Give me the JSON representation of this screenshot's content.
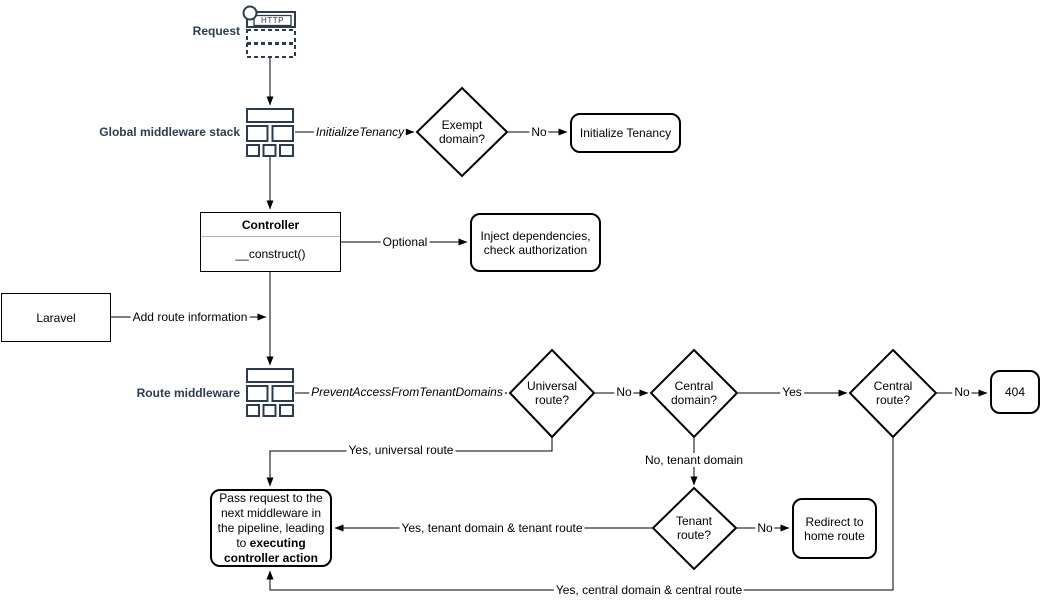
{
  "colors": {
    "label_accent": "#2d3b51",
    "shape_stroke": "#000000",
    "background": "#ffffff"
  },
  "lanes": {
    "request": "Request",
    "global_middleware": "Global middleware stack",
    "route_middleware": "Route middleware"
  },
  "request_icon": {
    "http": "HTTP"
  },
  "nodes": {
    "exempt_domain": "Exempt\ndomain?",
    "initialize_tenancy": "Initialize Tenancy",
    "controller_title": "Controller",
    "controller_method": "__construct()",
    "inject_dependencies": "Inject dependencies,\ncheck authorization",
    "laravel": "Laravel",
    "universal_route": "Universal\nroute?",
    "central_domain": "Central\ndomain?",
    "central_route": "Central\nroute?",
    "not_found": "404",
    "tenant_route": "Tenant\nroute?",
    "redirect_home": "Redirect to\nhome route",
    "pass_request": {
      "before": "Pass request to the next middleware in the pipeline, leading to ",
      "bold": "executing controller action"
    }
  },
  "edges": {
    "initialize_tenancy_middleware": "InitializeTenancy",
    "exempt_no": "No",
    "optional": "Optional",
    "add_route_information": "Add route information",
    "prevent_access_middleware": "PreventAccessFromTenantDomains",
    "universal_no": "No",
    "central_domain_yes": "Yes",
    "central_route_no": "No",
    "yes_universal_route": "Yes, universal route",
    "no_tenant_domain": "No, tenant domain",
    "yes_tenant_route": "Yes, tenant domain & tenant route",
    "tenant_no": "No",
    "yes_central_route": "Yes, central domain & central route"
  }
}
